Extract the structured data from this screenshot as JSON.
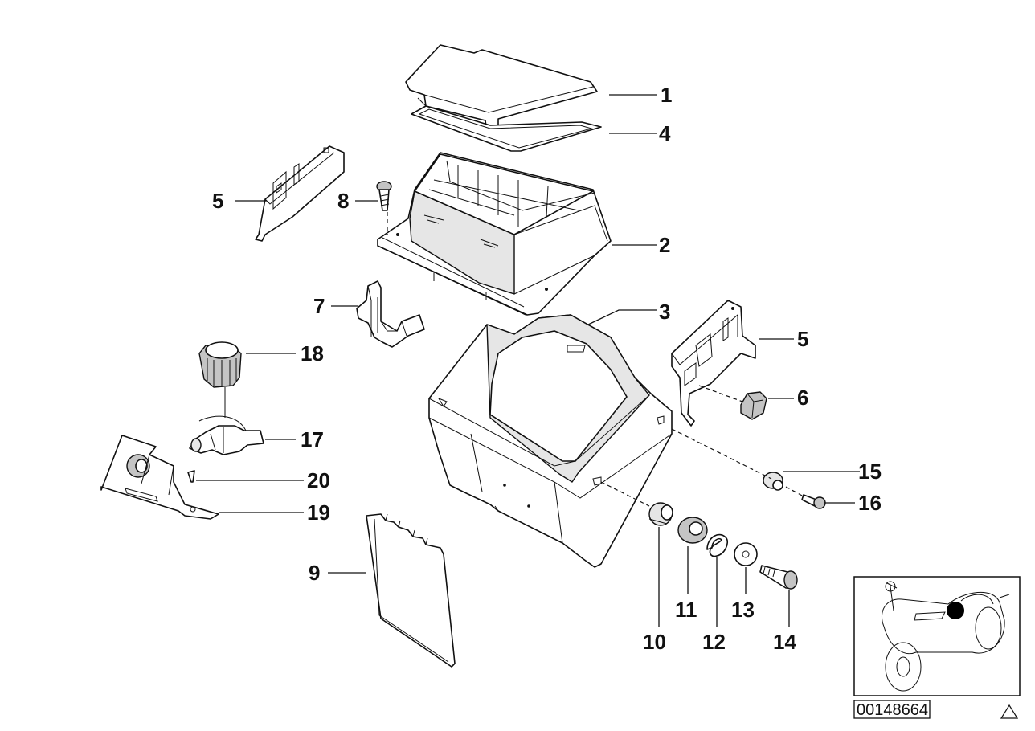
{
  "callouts": [
    "1",
    "2",
    "3",
    "4",
    "5",
    "5",
    "6",
    "7",
    "8",
    "9",
    "10",
    "11",
    "12",
    "13",
    "14",
    "15",
    "16",
    "17",
    "18",
    "19",
    "20"
  ],
  "reference_code": "00148664",
  "thumbnail": {
    "subject": "motorcycle-side-view",
    "marker_color": "#000000"
  },
  "colors": {
    "line": "#111111",
    "part_fill": "#ffffff",
    "shade_fill": "#e6e6e6"
  }
}
